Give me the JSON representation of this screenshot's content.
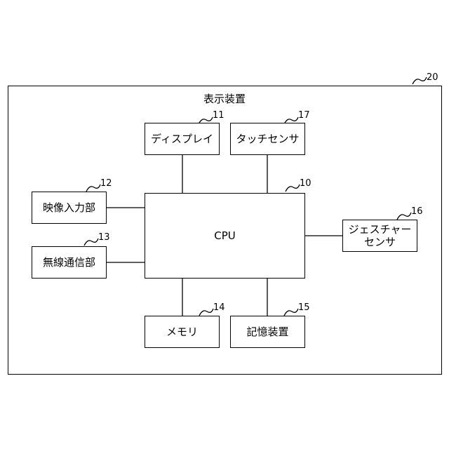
{
  "device": {
    "title": "表示装置",
    "ref": "20"
  },
  "components": {
    "cpu": {
      "label": "CPU",
      "ref": "10"
    },
    "display": {
      "label": "ディスプレイ",
      "ref": "11"
    },
    "video": {
      "label": "映像入力部",
      "ref": "12"
    },
    "wireless": {
      "label": "無線通信部",
      "ref": "13"
    },
    "memory": {
      "label": "メモリ",
      "ref": "14"
    },
    "storage": {
      "label": "記憶装置",
      "ref": "15"
    },
    "gesture": {
      "label": "ジェスチャー\nセンサ",
      "ref": "16"
    },
    "touch": {
      "label": "タッチセンサ",
      "ref": "17"
    }
  }
}
